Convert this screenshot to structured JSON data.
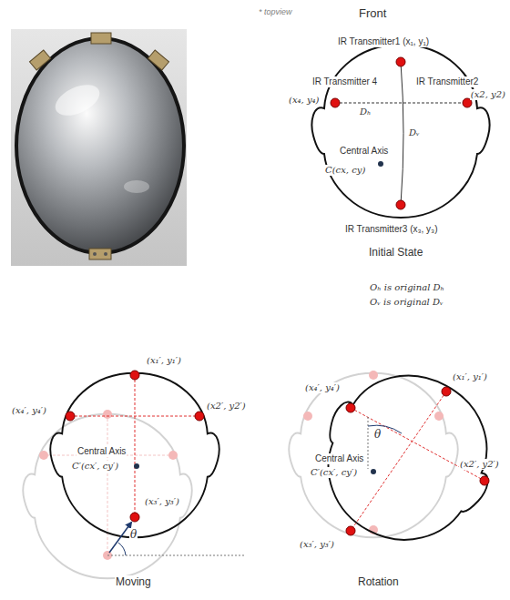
{
  "diagram": {
    "labels": [
      "* topview",
      "Front",
      "IR Transmitter1 (x₁, y₁)",
      "IR Transmitter 4",
      "(x₄, y₄)",
      "IR Transmitter2",
      "(x2, y2)",
      "Dₕ",
      "Dᵥ",
      "Central Axis",
      "C(cx, cy)",
      "IR Transmitter3 (x₃, y₃)",
      "Initial State",
      "Oₕ is original Dₕ",
      "Oᵥ is original Dᵥ",
      "(x₁′, y₁′)",
      "(x₄′, y₄′)",
      "(x2′, y2′)",
      "Central Axis",
      "C′(cx′, cy′)",
      "(x₃′, y₃′)",
      "θ",
      "Moving",
      "(x₄′, y₄′)",
      "(x₁′, y₁′)",
      "θ",
      "(x2′, y2′)",
      "Central Axis",
      "C′(cx′, cy′)",
      "(x₃′, y₃′)",
      "Rotation"
    ]
  }
}
